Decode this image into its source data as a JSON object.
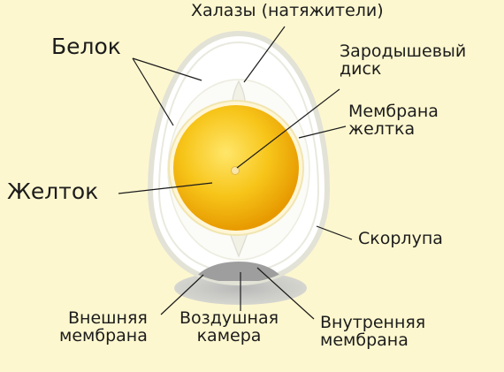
{
  "labels": {
    "chalazae": "Халазы (натяжители)",
    "albumen": "Белок",
    "germinal_disc_line1": "Зародышевый",
    "germinal_disc_line2": "диск",
    "yolk_membrane_line1": "Мембрана",
    "yolk_membrane_line2": "желтка",
    "yolk": "Желток",
    "shell": "Скорлупа",
    "outer_membrane_line1": "Внешняя",
    "outer_membrane_line2": "мембрана",
    "air_cell_line1": "Воздушная",
    "air_cell_line2": "камера",
    "inner_membrane_line1": "Внутренняя",
    "inner_membrane_line2": "мембрана"
  },
  "colors": {
    "background": "#fdf7cf",
    "yolk": "#f2b100",
    "shell_outline": "#e2e2d6",
    "air_cell": "#9e9e9e",
    "shadow": "#c6c6c6",
    "leader_line": "#1c1c1c"
  }
}
